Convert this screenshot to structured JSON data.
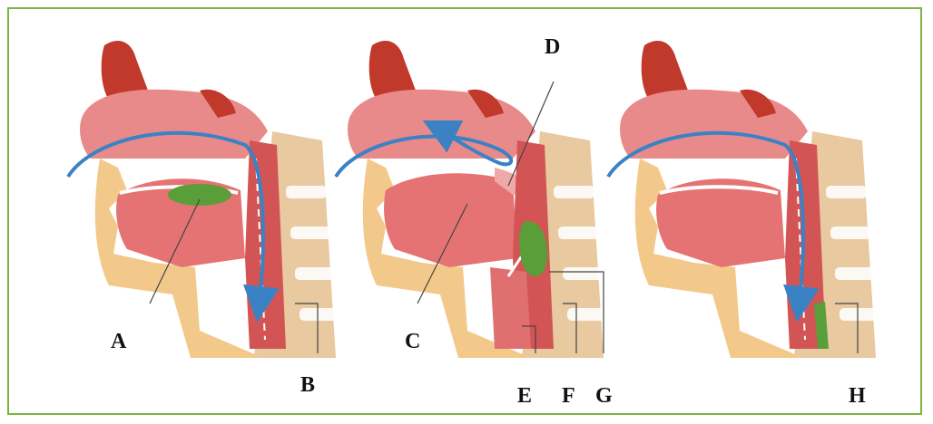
{
  "labels": {
    "a": "A",
    "b": "B",
    "c": "C",
    "d": "D",
    "e": "E",
    "f": "F",
    "g": "G",
    "h": "H"
  },
  "colors": {
    "border": "#7cb342",
    "arrow": "#3b82c4",
    "bolus": "#5a9e3a",
    "tissue": "#e57373",
    "tissue_dark": "#c0392b",
    "bone": "#e8c9a0",
    "skin": "#f3c98b"
  }
}
